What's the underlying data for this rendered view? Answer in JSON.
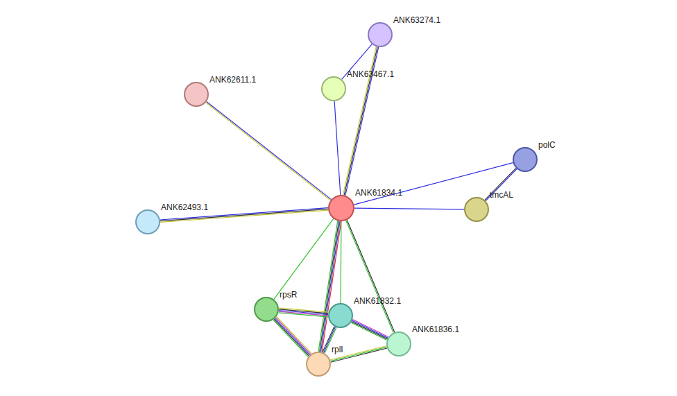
{
  "diagram": {
    "nodes": [
      {
        "text": [
          "ANK61834.1"
        ]
      },
      {
        "text": [
          "ANK63274.1"
        ]
      },
      {
        "text": [
          "ANK63467.1"
        ]
      },
      {
        "text": [
          "ANK62611.1"
        ]
      },
      {
        "text": [
          "polC"
        ]
      },
      {
        "text": [
          "tmcAL"
        ]
      },
      {
        "text": [
          "ANK62493.1"
        ]
      },
      {
        "text": [
          "rpsR"
        ]
      },
      {
        "text": [
          "ANK61832.1"
        ]
      },
      {
        "text": [
          "ANK61836.1"
        ]
      },
      {
        "text": [
          "rplI"
        ]
      }
    ],
    "edges": [
      {
        "from": 0,
        "to": 1,
        "arrow": "none"
      },
      {
        "from": 0,
        "to": 2,
        "arrow": "none"
      },
      {
        "from": 2,
        "to": 1,
        "arrow": "none"
      },
      {
        "from": 0,
        "to": 3,
        "arrow": "none"
      },
      {
        "from": 0,
        "to": 4,
        "arrow": "none"
      },
      {
        "from": 0,
        "to": 5,
        "arrow": "none"
      },
      {
        "from": 4,
        "to": 5,
        "arrow": "none"
      },
      {
        "from": 0,
        "to": 6,
        "arrow": "none"
      },
      {
        "from": 0,
        "to": 7,
        "arrow": "none"
      },
      {
        "from": 0,
        "to": 8,
        "arrow": "none"
      },
      {
        "from": 0,
        "to": 10,
        "arrow": "none"
      },
      {
        "from": 0,
        "to": 9,
        "arrow": "none"
      },
      {
        "from": 7,
        "to": 8,
        "arrow": "none"
      },
      {
        "from": 7,
        "to": 10,
        "arrow": "none"
      },
      {
        "from": 8,
        "to": 9,
        "arrow": "none"
      },
      {
        "from": 8,
        "to": 10,
        "arrow": "none"
      },
      {
        "from": 10,
        "to": 9,
        "arrow": "none"
      }
    ]
  }
}
